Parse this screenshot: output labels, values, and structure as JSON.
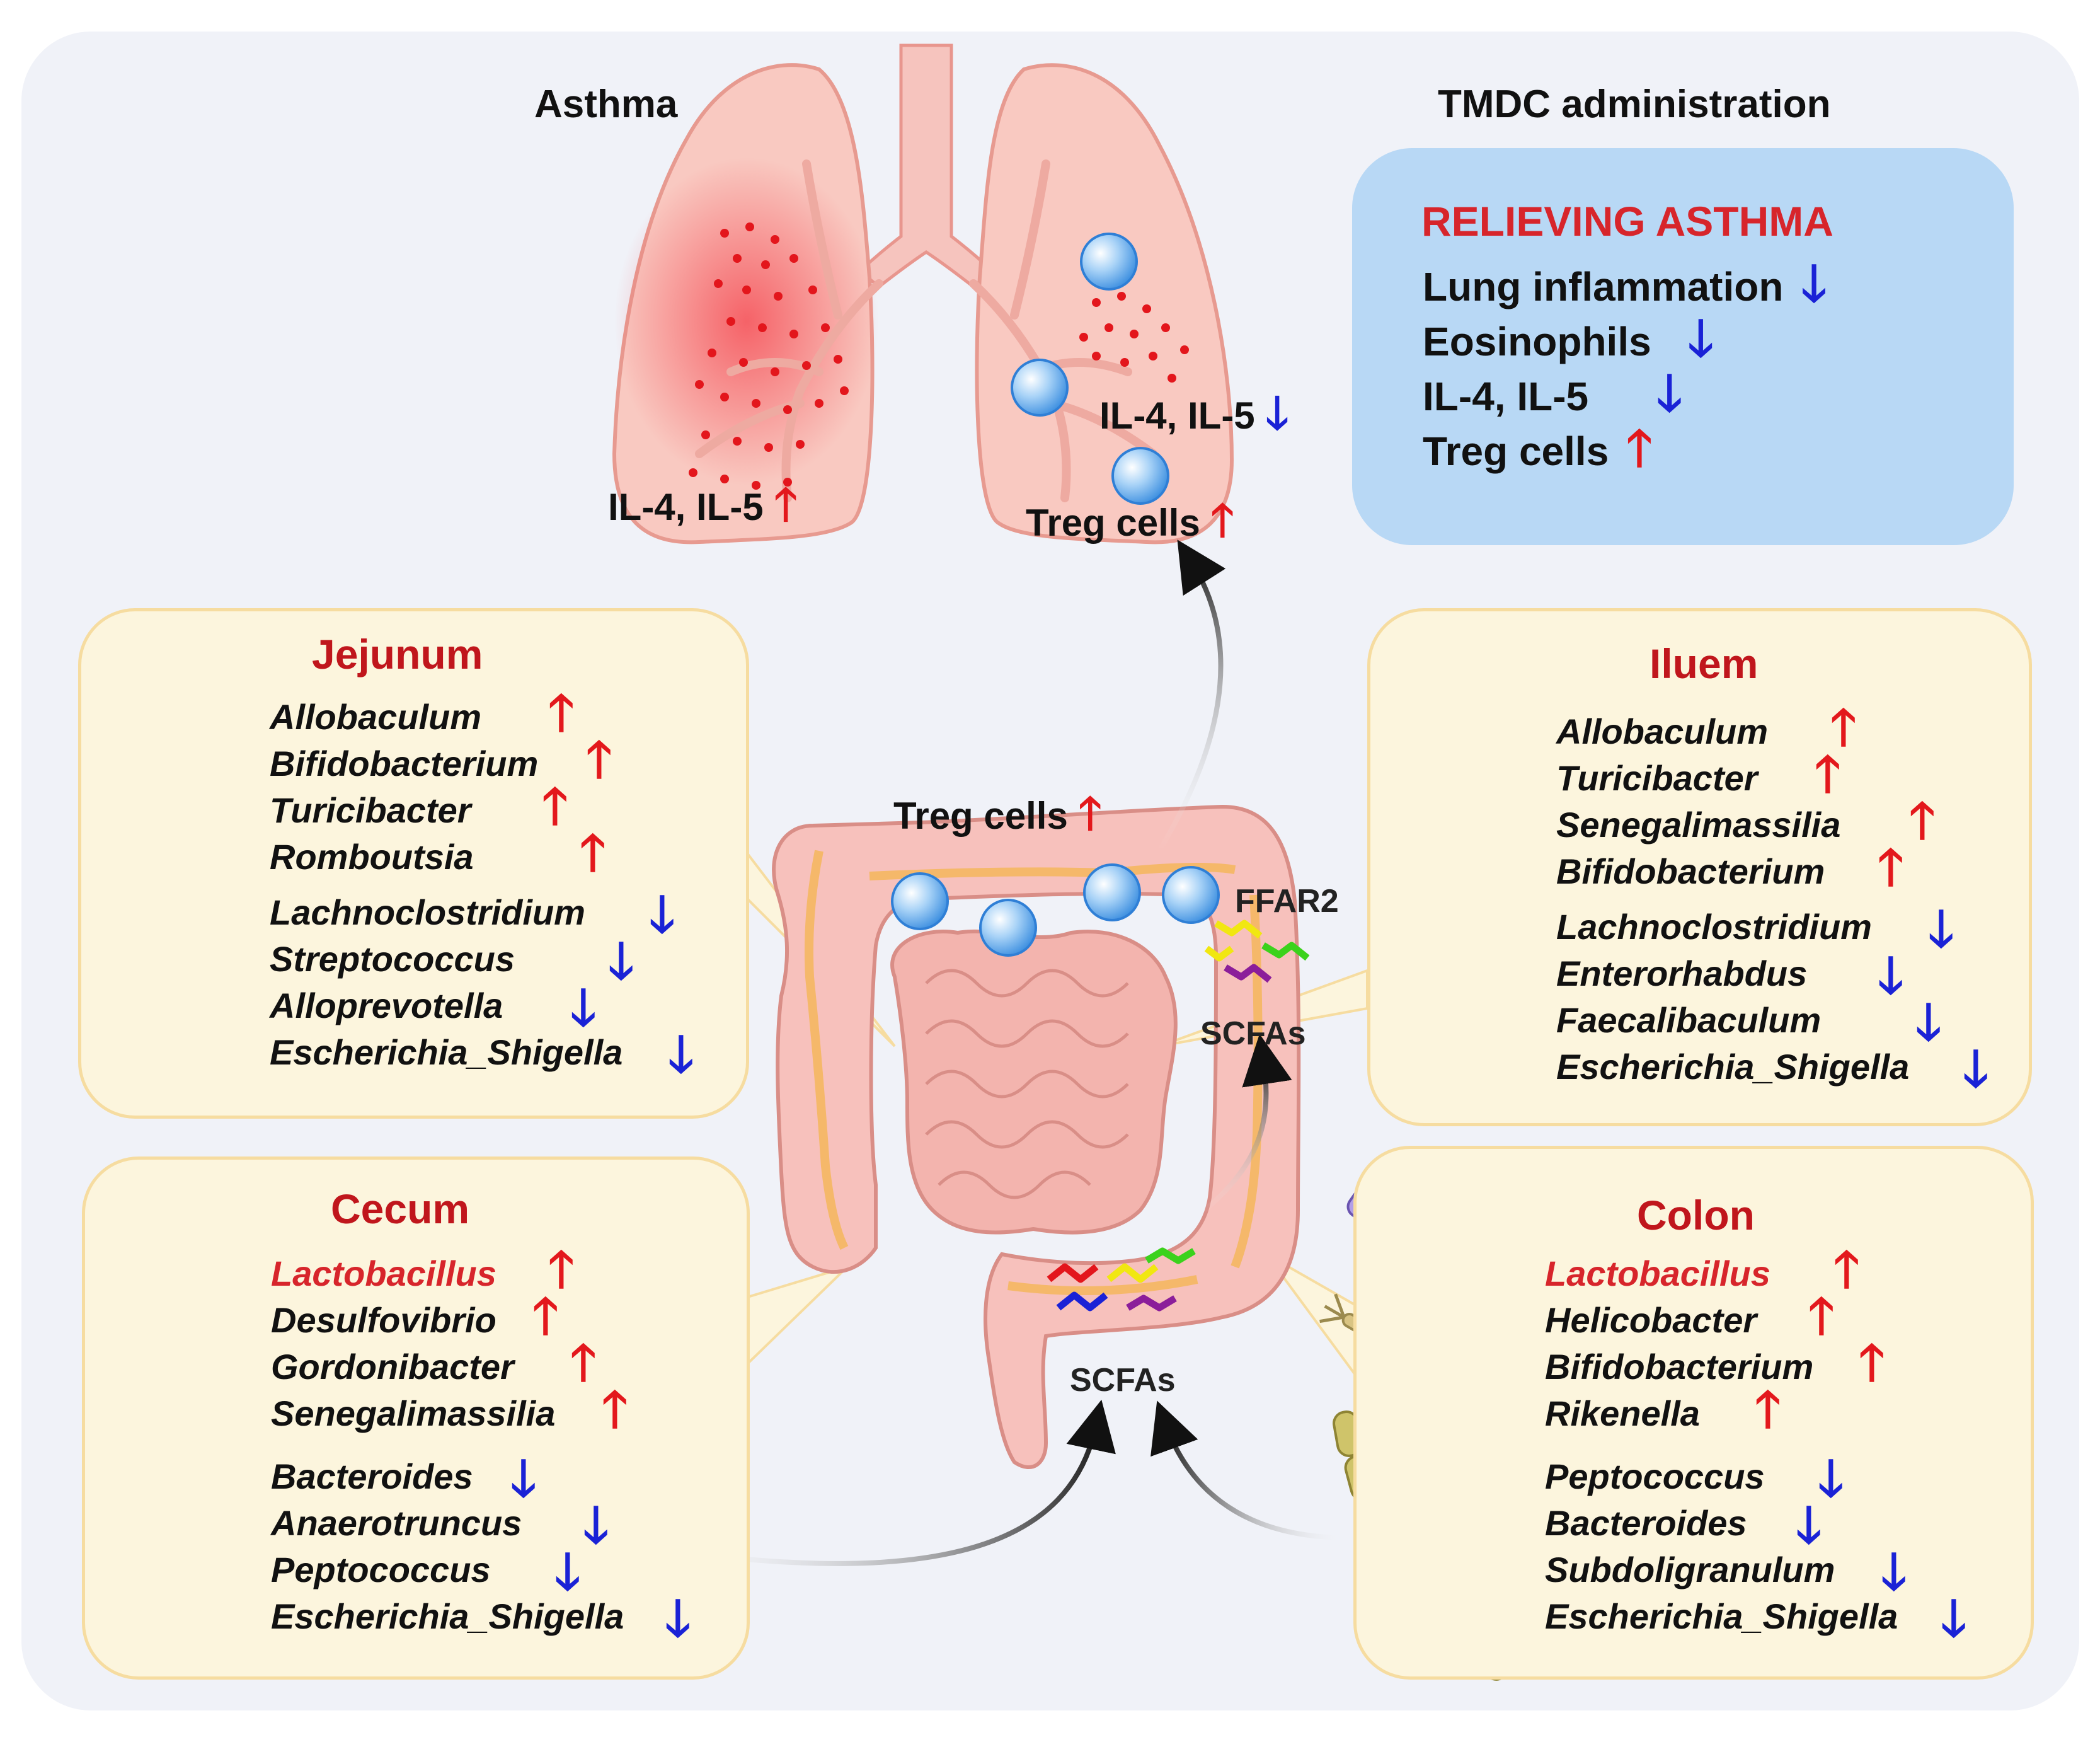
{
  "asthma_label": "Asthma",
  "tmdc_label": "TMDC administration",
  "lung_left_marker": "IL-4, IL-5",
  "lung_right_marker_1": "IL-4, IL-5",
  "lung_right_marker_2": "Treg cells",
  "relief": {
    "title": "RELIEVING ASTHMA",
    "items": [
      {
        "label": "Lung inflammation",
        "trend": "down"
      },
      {
        "label": "Eosinophils",
        "trend": "down"
      },
      {
        "label": "IL-4, IL-5",
        "trend": "down"
      },
      {
        "label": "Treg cells",
        "trend": "up"
      }
    ]
  },
  "gut_treg_label": "Treg cells",
  "ffar2_label": "FFAR2",
  "scfa_label_upper": "SCFAs",
  "scfa_label_lower": "SCFAs",
  "panels": {
    "jejunum": {
      "title": "Jejunum",
      "bacteria": [
        {
          "name": "Allobaculum",
          "trend": "up"
        },
        {
          "name": "Bifidobacterium",
          "trend": "up"
        },
        {
          "name": "Turicibacter",
          "trend": "up"
        },
        {
          "name": "Romboutsia",
          "trend": "up"
        },
        {
          "name": "Lachnoclostridium",
          "trend": "down"
        },
        {
          "name": "Streptococcus",
          "trend": "down"
        },
        {
          "name": "Alloprevotella",
          "trend": "down"
        },
        {
          "name": "Escherichia_Shigella",
          "trend": "down"
        }
      ]
    },
    "ileum": {
      "title": "Iluem",
      "bacteria": [
        {
          "name": "Allobaculum",
          "trend": "up"
        },
        {
          "name": "Turicibacter",
          "trend": "up"
        },
        {
          "name": "Senegalimassilia",
          "trend": "up"
        },
        {
          "name": "Bifidobacterium",
          "trend": "up"
        },
        {
          "name": "Lachnoclostridium",
          "trend": "down"
        },
        {
          "name": "Enterorhabdus",
          "trend": "down"
        },
        {
          "name": "Faecalibaculum",
          "trend": "down"
        },
        {
          "name": "Escherichia_Shigella",
          "trend": "down"
        }
      ]
    },
    "cecum": {
      "title": "Cecum",
      "bacteria": [
        {
          "name": "Lactobacillus",
          "trend": "up",
          "highlight": true
        },
        {
          "name": "Desulfovibrio",
          "trend": "up"
        },
        {
          "name": "Gordonibacter",
          "trend": "up"
        },
        {
          "name": "Senegalimassilia",
          "trend": "up"
        },
        {
          "name": "Bacteroides",
          "trend": "down"
        },
        {
          "name": "Anaerotruncus",
          "trend": "down"
        },
        {
          "name": "Peptococcus",
          "trend": "down"
        },
        {
          "name": "Escherichia_Shigella",
          "trend": "down"
        }
      ]
    },
    "colon": {
      "title": "Colon",
      "bacteria": [
        {
          "name": "Lactobacillus",
          "trend": "up",
          "highlight": true
        },
        {
          "name": "Helicobacter",
          "trend": "up"
        },
        {
          "name": "Bifidobacterium",
          "trend": "up"
        },
        {
          "name": "Rikenella",
          "trend": "up"
        },
        {
          "name": "Peptococcus",
          "trend": "down"
        },
        {
          "name": "Bacteroides",
          "trend": "down"
        },
        {
          "name": "Subdoligranulum",
          "trend": "down"
        },
        {
          "name": "Escherichia_Shigella",
          "trend": "down"
        }
      ]
    }
  },
  "colors": {
    "up_arrow": "#e3181c",
    "down_arrow": "#1a22d6",
    "panel_fill": "#fcf5dd",
    "relief_fill": "#b8d8f5",
    "heading_red": "#c0161c"
  }
}
